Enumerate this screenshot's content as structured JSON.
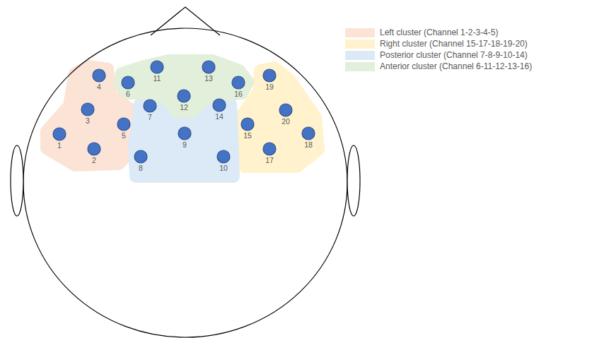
{
  "diagram": {
    "nodes": [
      {
        "text": [
          "11"
        ]
      },
      {
        "text": [
          "13"
        ]
      },
      {
        "text": [
          "4"
        ]
      },
      {
        "text": [
          "19"
        ]
      },
      {
        "text": [
          "6"
        ]
      },
      {
        "text": [
          "16"
        ]
      },
      {
        "text": [
          "12"
        ]
      },
      {
        "text": [
          "14"
        ]
      },
      {
        "text": [
          "7"
        ]
      },
      {
        "text": [
          "3"
        ]
      },
      {
        "text": [
          "20"
        ]
      },
      {
        "text": [
          "5"
        ]
      },
      {
        "text": [
          "15"
        ]
      },
      {
        "text": [
          "9"
        ]
      },
      {
        "text": [
          "1"
        ]
      },
      {
        "text": [
          "18"
        ]
      },
      {
        "text": [
          "2"
        ]
      },
      {
        "text": [
          "17"
        ]
      },
      {
        "text": [
          "8"
        ]
      },
      {
        "text": [
          "10"
        ]
      }
    ],
    "legend": [
      {
        "text": "Left cluster (Channel 1-2-3-4-5)",
        "color": "#fbe3d6"
      },
      {
        "text": "Right cluster (Channel 15-17-18-19-20)",
        "color": "#fff2cc"
      },
      {
        "text": "Posterior cluster (Channel 7-8-9-10-14)",
        "color": "#dce9f6"
      },
      {
        "text": "Anterior cluster (Channel 6-11-12-13-16)",
        "color": "#e2efda"
      }
    ]
  }
}
